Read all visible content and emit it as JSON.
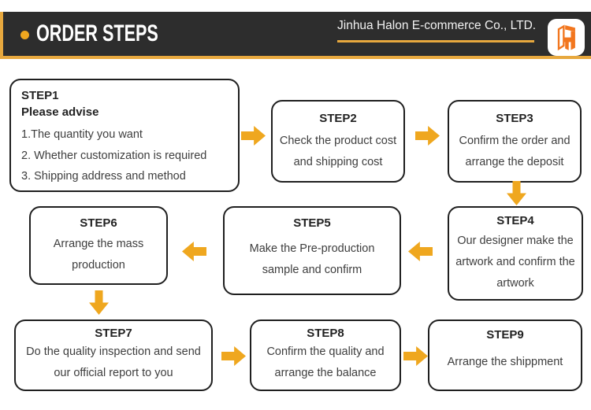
{
  "colors": {
    "accent": "#EFA71F",
    "header_accent": "#E7A83E",
    "bar_bg": "#2D2D2D",
    "box_border": "#1F1F1F",
    "text": "#3E3E3E",
    "title": "#222222",
    "logo_orange": "#F2761E"
  },
  "header": {
    "title": "ORDER STEPS",
    "company": "Jinhua Halon E-commerce Co., LTD."
  },
  "flow": {
    "step1": {
      "title": "STEP1",
      "subtitle": "Please advise",
      "items": [
        "1.The quantity you want",
        "2. Whether customization is required",
        "3. Shipping address and method"
      ]
    },
    "step2": {
      "title": "STEP2",
      "lines": [
        "Check the product cost",
        "and shipping cost"
      ]
    },
    "step3": {
      "title": "STEP3",
      "lines": [
        "Confirm the order and",
        "arrange the deposit"
      ]
    },
    "step4": {
      "title": "STEP4",
      "lines": [
        "Our designer make the",
        "artwork and confirm the",
        "artwork"
      ]
    },
    "step5": {
      "title": "STEP5",
      "lines": [
        "Make the Pre-production",
        "sample and confirm"
      ]
    },
    "step6": {
      "title": "STEP6",
      "lines": [
        "Arrange the mass",
        "production"
      ]
    },
    "step7": {
      "title": "STEP7",
      "lines": [
        "Do the quality inspection and send",
        "our official report to you"
      ]
    },
    "step8": {
      "title": "STEP8",
      "lines": [
        "Confirm the quality and",
        "arrange the balance"
      ]
    },
    "step9": {
      "title": "STEP9",
      "lines": [
        "Arrange the shippment"
      ]
    }
  }
}
